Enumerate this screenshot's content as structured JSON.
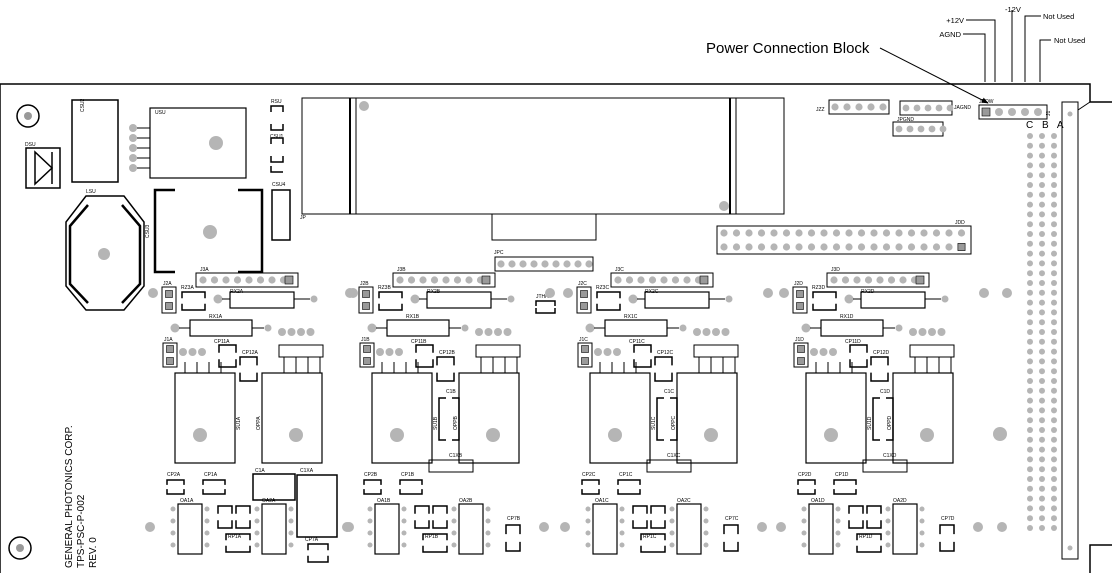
{
  "annotation": {
    "title": "Power Connection Block",
    "pins": [
      "AGND",
      "+12V",
      "-12V",
      "Not Used",
      "Not Used"
    ]
  },
  "board": {
    "corp": [
      "GENERAL PHOTONICS CORP.",
      "TPS-PSC-P-002",
      "REV. 0"
    ],
    "edge_rows": "C B A",
    "refdes": {
      "dsu": "DSU",
      "usu": "USU",
      "csu2": "CSU2",
      "lsu": "LSU",
      "csu3": "CSU3",
      "rsu": "RSU",
      "csu1": "CSU1",
      "csu4": "CSU4",
      "jp": "JP",
      "jzz": "JZZ",
      "jagnd": "JAGND",
      "jpgnd": "JPGND",
      "jpow": "JPOW",
      "j1": "J1",
      "jpc": "JPC",
      "jthr": "JTHR",
      "jdd": "JDD"
    },
    "channels": [
      {
        "ch": "A",
        "j3": "J3A",
        "j2": "J2A",
        "rz3": "RZ3A",
        "rx2": "RX2A",
        "rx1": "RX1A",
        "j1": "J1A",
        "cp11": "CP11A",
        "cp12": "CP12A",
        "su": "SU1A",
        "opp": "OPPA",
        "c1": "C1A",
        "c1x": "C1XA",
        "cp2": "CP2A",
        "cp1": "CP1A",
        "oa1": "OA1A",
        "oa2": "OA2A",
        "rp1": "RP1A",
        "cp7": "CP7A"
      },
      {
        "ch": "B",
        "j3": "J3B",
        "j2": "J2B",
        "rz3": "RZ3B",
        "rx2": "RX2B",
        "rx1": "RX1B",
        "j1": "J1B",
        "cp11": "CP11B",
        "cp12": "CP12B",
        "su": "SU1B",
        "opp": "OPPB",
        "c1": "C1B",
        "c1x": "C1XB",
        "cp2": "CP2B",
        "cp1": "CP1B",
        "oa1": "OA1B",
        "oa2": "OA2B",
        "rp1": "RP1B",
        "cp7": "CP7B"
      },
      {
        "ch": "C",
        "j3": "J3C",
        "j2": "J2C",
        "rz3": "RZ3C",
        "rx2": "RX2C",
        "rx1": "RX1C",
        "j1": "J1C",
        "cp11": "CP11C",
        "cp12": "CP12C",
        "su": "SU1C",
        "opp": "OPPC",
        "c1": "C1C",
        "c1x": "C1XC",
        "cp2": "CP2C",
        "cp1": "CP1C",
        "oa1": "OA1C",
        "oa2": "OA2C",
        "rp1": "RP1C",
        "cp7": "CP7C"
      },
      {
        "ch": "D",
        "j3": "J3D",
        "j2": "J2D",
        "rz3": "RZ3D",
        "rx2": "RX2D",
        "rx1": "RX1D",
        "j1": "J1D",
        "cp11": "CP11D",
        "cp12": "CP12D",
        "su": "SU1D",
        "opp": "OPPD",
        "c1": "C1D",
        "c1x": "C1XD",
        "cp2": "CP2D",
        "cp1": "CP1D",
        "oa1": "OA1D",
        "oa2": "OA2D",
        "rp1": "RP1D",
        "cp7": "CP7D"
      }
    ]
  }
}
